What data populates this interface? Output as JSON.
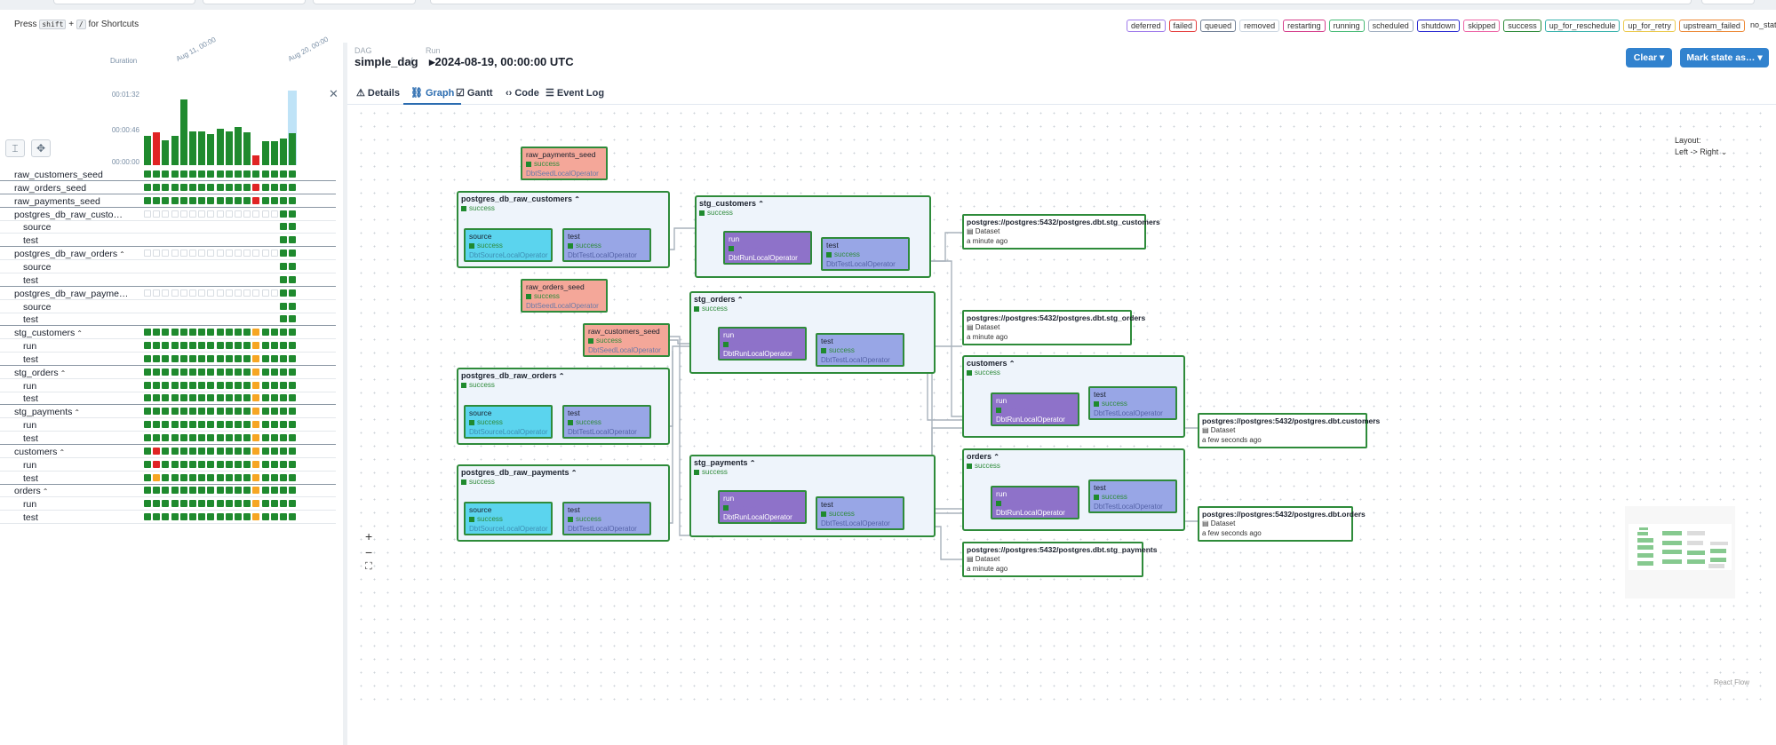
{
  "top": {
    "shortcut_press": "Press",
    "shortcut_key1": "shift",
    "shortcut_plus": "+",
    "shortcut_key2": "/",
    "shortcut_suffix": "for Shortcuts"
  },
  "legend": [
    {
      "label": "deferred",
      "color": "#9f7aea"
    },
    {
      "label": "failed",
      "color": "#e53e3e"
    },
    {
      "label": "queued",
      "color": "#718096"
    },
    {
      "label": "removed",
      "color": "#cbd5e0"
    },
    {
      "label": "restarting",
      "color": "#d53f8c"
    },
    {
      "label": "running",
      "color": "#48bb78"
    },
    {
      "label": "scheduled",
      "color": "#a0aec0"
    },
    {
      "label": "shutdown",
      "color": "#2b2bd1"
    },
    {
      "label": "skipped",
      "color": "#ed64a6"
    },
    {
      "label": "success",
      "color": "#2e8b3a"
    },
    {
      "label": "up_for_reschedule",
      "color": "#38b2ac"
    },
    {
      "label": "up_for_retry",
      "color": "#ecc94b"
    },
    {
      "label": "upstream_failed",
      "color": "#ed8936"
    },
    {
      "label": "no_status",
      "color": ""
    }
  ],
  "grid": {
    "duration_label": "Duration",
    "date1": "Aug 11, 00:00",
    "date2": "Aug 20, 00:00",
    "ticks": [
      "00:01:32",
      "00:00:46",
      "00:00:00"
    ],
    "run_durations": [
      0.45,
      0.5,
      0.38,
      0.45,
      1.0,
      0.52,
      0.52,
      0.47,
      0.55,
      0.52,
      0.58,
      0.5,
      0.15,
      0.37,
      0.37,
      0.4,
      0.48
    ],
    "run_states": [
      "success",
      "failed",
      "success",
      "success",
      "success",
      "success",
      "success",
      "success",
      "success",
      "success",
      "success",
      "success",
      "failed",
      "success",
      "success",
      "success",
      "success"
    ],
    "rows": [
      {
        "label": "raw_customers_seed",
        "indent": false,
        "caret": false,
        "states": [
          "s",
          "s",
          "s",
          "s",
          "s",
          "s",
          "s",
          "s",
          "s",
          "s",
          "s",
          "s",
          "s",
          "s",
          "s",
          "s",
          "s"
        ]
      },
      {
        "label": "raw_orders_seed",
        "indent": false,
        "caret": false,
        "states": [
          "s",
          "s",
          "s",
          "s",
          "s",
          "s",
          "s",
          "s",
          "s",
          "s",
          "s",
          "s",
          "f",
          "s",
          "s",
          "s",
          "s"
        ]
      },
      {
        "label": "raw_payments_seed",
        "indent": false,
        "caret": false,
        "states": [
          "s",
          "s",
          "s",
          "s",
          "s",
          "s",
          "s",
          "s",
          "s",
          "s",
          "s",
          "s",
          "f",
          "s",
          "s",
          "s",
          "s"
        ]
      },
      {
        "label": "postgres_db_raw_custom…",
        "indent": false,
        "caret": false,
        "states": [
          "e",
          "e",
          "e",
          "e",
          "e",
          "e",
          "e",
          "e",
          "e",
          "e",
          "e",
          "e",
          "e",
          "e",
          "e",
          "s",
          "s"
        ]
      },
      {
        "label": "source",
        "indent": true,
        "caret": false,
        "states": [
          "-",
          "-",
          "-",
          "-",
          "-",
          "-",
          "-",
          "-",
          "-",
          "-",
          "-",
          "-",
          "-",
          "-",
          "-",
          "s",
          "s"
        ]
      },
      {
        "label": "test",
        "indent": true,
        "caret": false,
        "states": [
          "-",
          "-",
          "-",
          "-",
          "-",
          "-",
          "-",
          "-",
          "-",
          "-",
          "-",
          "-",
          "-",
          "-",
          "-",
          "s",
          "s"
        ]
      },
      {
        "label": "postgres_db_raw_orders",
        "indent": false,
        "caret": true,
        "states": [
          "e",
          "e",
          "e",
          "e",
          "e",
          "e",
          "e",
          "e",
          "e",
          "e",
          "e",
          "e",
          "e",
          "e",
          "e",
          "s",
          "s"
        ]
      },
      {
        "label": "source",
        "indent": true,
        "caret": false,
        "states": [
          "-",
          "-",
          "-",
          "-",
          "-",
          "-",
          "-",
          "-",
          "-",
          "-",
          "-",
          "-",
          "-",
          "-",
          "-",
          "s",
          "s"
        ]
      },
      {
        "label": "test",
        "indent": true,
        "caret": false,
        "states": [
          "-",
          "-",
          "-",
          "-",
          "-",
          "-",
          "-",
          "-",
          "-",
          "-",
          "-",
          "-",
          "-",
          "-",
          "-",
          "s",
          "s"
        ]
      },
      {
        "label": "postgres_db_raw_paymen…",
        "indent": false,
        "caret": false,
        "states": [
          "e",
          "e",
          "e",
          "e",
          "e",
          "e",
          "e",
          "e",
          "e",
          "e",
          "e",
          "e",
          "e",
          "e",
          "e",
          "s",
          "s"
        ]
      },
      {
        "label": "source",
        "indent": true,
        "caret": false,
        "states": [
          "-",
          "-",
          "-",
          "-",
          "-",
          "-",
          "-",
          "-",
          "-",
          "-",
          "-",
          "-",
          "-",
          "-",
          "-",
          "s",
          "s"
        ]
      },
      {
        "label": "test",
        "indent": true,
        "caret": false,
        "states": [
          "-",
          "-",
          "-",
          "-",
          "-",
          "-",
          "-",
          "-",
          "-",
          "-",
          "-",
          "-",
          "-",
          "-",
          "-",
          "s",
          "s"
        ]
      },
      {
        "label": "stg_customers",
        "indent": false,
        "caret": true,
        "states": [
          "s",
          "s",
          "s",
          "s",
          "s",
          "s",
          "s",
          "s",
          "s",
          "s",
          "s",
          "s",
          "u",
          "s",
          "s",
          "s",
          "s"
        ]
      },
      {
        "label": "run",
        "indent": true,
        "caret": false,
        "states": [
          "s",
          "s",
          "s",
          "s",
          "s",
          "s",
          "s",
          "s",
          "s",
          "s",
          "s",
          "s",
          "u",
          "s",
          "s",
          "s",
          "s"
        ]
      },
      {
        "label": "test",
        "indent": true,
        "caret": false,
        "states": [
          "s",
          "s",
          "s",
          "s",
          "s",
          "s",
          "s",
          "s",
          "s",
          "s",
          "s",
          "s",
          "u",
          "s",
          "s",
          "s",
          "s"
        ]
      },
      {
        "label": "stg_orders",
        "indent": false,
        "caret": true,
        "states": [
          "s",
          "s",
          "s",
          "s",
          "s",
          "s",
          "s",
          "s",
          "s",
          "s",
          "s",
          "s",
          "u",
          "s",
          "s",
          "s",
          "s"
        ]
      },
      {
        "label": "run",
        "indent": true,
        "caret": false,
        "states": [
          "s",
          "s",
          "s",
          "s",
          "s",
          "s",
          "s",
          "s",
          "s",
          "s",
          "s",
          "s",
          "u",
          "s",
          "s",
          "s",
          "s"
        ]
      },
      {
        "label": "test",
        "indent": true,
        "caret": false,
        "states": [
          "s",
          "s",
          "s",
          "s",
          "s",
          "s",
          "s",
          "s",
          "s",
          "s",
          "s",
          "s",
          "u",
          "s",
          "s",
          "s",
          "s"
        ]
      },
      {
        "label": "stg_payments",
        "indent": false,
        "caret": true,
        "states": [
          "s",
          "s",
          "s",
          "s",
          "s",
          "s",
          "s",
          "s",
          "s",
          "s",
          "s",
          "s",
          "u",
          "s",
          "s",
          "s",
          "s"
        ]
      },
      {
        "label": "run",
        "indent": true,
        "caret": false,
        "states": [
          "s",
          "s",
          "s",
          "s",
          "s",
          "s",
          "s",
          "s",
          "s",
          "s",
          "s",
          "s",
          "u",
          "s",
          "s",
          "s",
          "s"
        ]
      },
      {
        "label": "test",
        "indent": true,
        "caret": false,
        "states": [
          "s",
          "s",
          "s",
          "s",
          "s",
          "s",
          "s",
          "s",
          "s",
          "s",
          "s",
          "s",
          "u",
          "s",
          "s",
          "s",
          "s"
        ]
      },
      {
        "label": "customers",
        "indent": false,
        "caret": true,
        "states": [
          "s",
          "f",
          "s",
          "s",
          "s",
          "s",
          "s",
          "s",
          "s",
          "s",
          "s",
          "s",
          "u",
          "s",
          "s",
          "s",
          "s"
        ]
      },
      {
        "label": "run",
        "indent": true,
        "caret": false,
        "states": [
          "s",
          "f",
          "s",
          "s",
          "s",
          "s",
          "s",
          "s",
          "s",
          "s",
          "s",
          "s",
          "u",
          "s",
          "s",
          "s",
          "s"
        ]
      },
      {
        "label": "test",
        "indent": true,
        "caret": false,
        "states": [
          "s",
          "u",
          "s",
          "s",
          "s",
          "s",
          "s",
          "s",
          "s",
          "s",
          "s",
          "s",
          "u",
          "s",
          "s",
          "s",
          "s"
        ]
      },
      {
        "label": "orders",
        "indent": false,
        "caret": true,
        "states": [
          "s",
          "s",
          "s",
          "s",
          "s",
          "s",
          "s",
          "s",
          "s",
          "s",
          "s",
          "s",
          "u",
          "s",
          "s",
          "s",
          "s"
        ]
      },
      {
        "label": "run",
        "indent": true,
        "caret": false,
        "states": [
          "s",
          "s",
          "s",
          "s",
          "s",
          "s",
          "s",
          "s",
          "s",
          "s",
          "s",
          "s",
          "u",
          "s",
          "s",
          "s",
          "s"
        ]
      },
      {
        "label": "test",
        "indent": true,
        "caret": false,
        "states": [
          "s",
          "s",
          "s",
          "s",
          "s",
          "s",
          "s",
          "s",
          "s",
          "s",
          "s",
          "s",
          "u",
          "s",
          "s",
          "s",
          "s"
        ]
      }
    ]
  },
  "header": {
    "dag_caption": "DAG",
    "dag_name": "simple_dag",
    "sep": "/",
    "run_caption": "Run",
    "run_label": "▸2024-08-19, 00:00:00 UTC",
    "clear_btn": "Clear ▾",
    "mark_btn": "Mark state as… ▾"
  },
  "tabs": [
    {
      "icon": "⚠",
      "label": "Details",
      "active": false
    },
    {
      "icon": "⛓",
      "label": "Graph",
      "active": true
    },
    {
      "icon": "☑",
      "label": "Gantt",
      "active": false
    },
    {
      "icon": "‹›",
      "label": "Code",
      "active": false
    },
    {
      "icon": "☰",
      "label": "Event Log",
      "active": false
    }
  ],
  "graph": {
    "layout_label": "Layout:",
    "layout_value": "Left -> Right",
    "zoom_in": "+",
    "zoom_out": "−",
    "fit_view": "⛶",
    "react_flow": "React Flow",
    "status": "success",
    "dataset_type": "Dataset",
    "seeds": [
      {
        "name": "raw_payments_seed",
        "op": "DbtSeedLocalOperator"
      },
      {
        "name": "raw_orders_seed",
        "op": "DbtSeedLocalOperator"
      },
      {
        "name": "raw_customers_seed",
        "op": "DbtSeedLocalOperator"
      }
    ],
    "groups": [
      {
        "name": "postgres_db_raw_customers",
        "caret": true,
        "tasks": [
          {
            "name": "source",
            "op": "DbtSourceLocalOperator"
          },
          {
            "name": "test",
            "op": "DbtTestLocalOperator"
          }
        ]
      },
      {
        "name": "postgres_db_raw_orders",
        "caret": true,
        "tasks": [
          {
            "name": "source",
            "op": "DbtSourceLocalOperator"
          },
          {
            "name": "test",
            "op": "DbtTestLocalOperator"
          }
        ]
      },
      {
        "name": "postgres_db_raw_payments",
        "caret": true,
        "tasks": [
          {
            "name": "source",
            "op": "DbtSourceLocalOperator"
          },
          {
            "name": "test",
            "op": "DbtTestLocalOperator"
          }
        ]
      },
      {
        "name": "stg_customers",
        "caret": true,
        "tasks": [
          {
            "name": "run",
            "op": "DbtRunLocalOperator"
          },
          {
            "name": "test",
            "op": "DbtTestLocalOperator"
          }
        ]
      },
      {
        "name": "stg_orders",
        "caret": true,
        "tasks": [
          {
            "name": "run",
            "op": "DbtRunLocalOperator"
          },
          {
            "name": "test",
            "op": "DbtTestLocalOperator"
          }
        ]
      },
      {
        "name": "stg_payments",
        "caret": true,
        "tasks": [
          {
            "name": "run",
            "op": "DbtRunLocalOperator"
          },
          {
            "name": "test",
            "op": "DbtTestLocalOperator"
          }
        ]
      },
      {
        "name": "customers",
        "caret": true,
        "tasks": [
          {
            "name": "run",
            "op": "DbtRunLocalOperator"
          },
          {
            "name": "test",
            "op": "DbtTestLocalOperator"
          }
        ]
      },
      {
        "name": "orders",
        "caret": true,
        "tasks": [
          {
            "name": "run",
            "op": "DbtRunLocalOperator"
          },
          {
            "name": "test",
            "op": "DbtTestLocalOperator"
          }
        ]
      }
    ],
    "datasets": [
      {
        "name": "postgres://postgres:5432/postgres.dbt.stg_customers",
        "when": "a minute ago"
      },
      {
        "name": "postgres://postgres:5432/postgres.dbt.stg_orders",
        "when": "a minute ago"
      },
      {
        "name": "postgres://postgres:5432/postgres.dbt.customers",
        "when": "a few seconds ago"
      },
      {
        "name": "postgres://postgres:5432/postgres.dbt.orders",
        "when": "a few seconds ago"
      },
      {
        "name": "postgres://postgres:5432/postgres.dbt.stg_payments",
        "when": "a minute ago"
      }
    ]
  },
  "colors": {
    "success": "#1f8a2e",
    "failed": "#e02424",
    "upstream_failed": "#f6a623",
    "accent": "#3182ce"
  }
}
